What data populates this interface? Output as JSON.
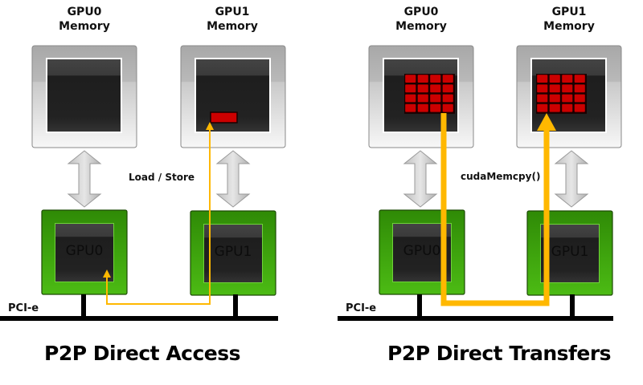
{
  "panels": [
    {
      "title": "P2P Direct Access",
      "operation_label": "Load / Store",
      "bus_label": "PCI-e",
      "memories": [
        {
          "label_line1": "GPU0",
          "label_line2": "Memory",
          "data_blocks": 0
        },
        {
          "label_line1": "GPU1",
          "label_line2": "Memory",
          "data_blocks": 1
        }
      ],
      "gpus": [
        {
          "label": "GPU0"
        },
        {
          "label": "GPU1"
        }
      ]
    },
    {
      "title": "P2P Direct Transfers",
      "operation_label": "cudaMemcpy()",
      "bus_label": "PCI-e",
      "memories": [
        {
          "label_line1": "GPU0",
          "label_line2": "Memory",
          "data_blocks": 16
        },
        {
          "label_line1": "GPU1",
          "label_line2": "Memory",
          "data_blocks": 16
        }
      ],
      "gpus": [
        {
          "label": "GPU0"
        },
        {
          "label": "GPU1"
        }
      ]
    }
  ],
  "colors": {
    "gpu_green": "#3c9a0c",
    "data_red": "#cc0000",
    "path_yellow": "#ffb800",
    "bus_black": "#000000",
    "memory_gray": "#bdbdbd"
  }
}
